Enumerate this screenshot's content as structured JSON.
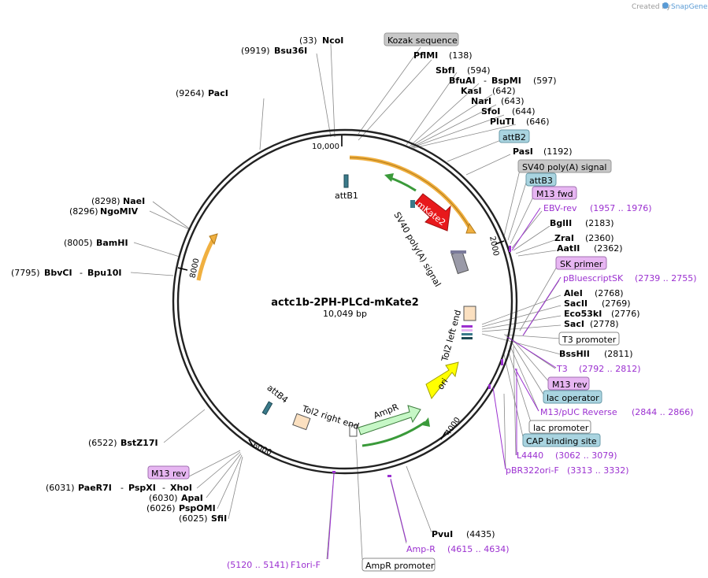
{
  "branding": {
    "created_by": "Created by",
    "product": "SnapGene"
  },
  "plasmid": {
    "name": "actc1b-2PH-PLCd-mKate2",
    "length": "10,049 bp"
  },
  "ticks": [
    "10,000",
    "2000",
    "4000",
    "6000",
    "8000"
  ],
  "enzymes": {
    "ncoi": {
      "pos": "(33)",
      "name": "NcoI"
    },
    "bsu36i": {
      "pos": "(9919)",
      "name": "Bsu36I"
    },
    "pfimi": {
      "pos": "(138)",
      "name": "PflMI"
    },
    "sbfi": {
      "pos": "(594)",
      "name": "SbfI"
    },
    "bfuai": {
      "pos": "(597)",
      "name": "BfuAI",
      "name2": "BspMI",
      "sep": "-"
    },
    "kasi": {
      "pos": "(642)",
      "name": "KasI"
    },
    "nari": {
      "pos": "(643)",
      "name": "NarI"
    },
    "sfoi": {
      "pos": "(644)",
      "name": "SfoI"
    },
    "pluti": {
      "pos": "(646)",
      "name": "PluTI"
    },
    "paci": {
      "pos": "(9264)",
      "name": "PacI"
    },
    "pasi": {
      "pos": "(1192)",
      "name": "PasI"
    },
    "naei": {
      "pos": "(8298)",
      "name": "NaeI"
    },
    "ngomiv": {
      "pos": "(8296)",
      "name": "NgoMIV"
    },
    "bamhi": {
      "pos": "(8005)",
      "name": "BamHI"
    },
    "bbvci": {
      "pos": "(7795)",
      "name": "BbvCI",
      "name2": "Bpu10I",
      "sep": "-"
    },
    "bglii": {
      "pos": "(2183)",
      "name": "BglII"
    },
    "zrai": {
      "pos": "(2360)",
      "name": "ZraI"
    },
    "aatii": {
      "pos": "(2362)",
      "name": "AatII"
    },
    "alei": {
      "pos": "(2768)",
      "name": "AleI"
    },
    "sacii": {
      "pos": "(2769)",
      "name": "SacII"
    },
    "eco53ki": {
      "pos": "(2776)",
      "name": "Eco53kI"
    },
    "saci": {
      "pos": "(2778)",
      "name": "SacI"
    },
    "bsshii": {
      "pos": "(2811)",
      "name": "BssHII"
    },
    "bstz17i": {
      "pos": "(6522)",
      "name": "BstZ17I"
    },
    "paer7i": {
      "pos": "(6031)",
      "name": "PaeR7I",
      "name2": "PspXI",
      "name3": "XhoI",
      "sep": "-"
    },
    "apai": {
      "pos": "(6030)",
      "name": "ApaI"
    },
    "pspomi": {
      "pos": "(6026)",
      "name": "PspOMI"
    },
    "sfii": {
      "pos": "(6025)",
      "name": "SfiI"
    },
    "pvui": {
      "pos": "(4435)",
      "name": "PvuI"
    }
  },
  "boxed_features": {
    "kozak": "Kozak sequence",
    "attb2": "attB2",
    "sv40_signal": "SV40 poly(A) signal",
    "attb3": "attB3",
    "m13fwd": "M13 fwd",
    "sk_primer": "SK primer",
    "t3_promoter": "T3 promoter",
    "m13rev": "M13 rev",
    "lac_operator": "lac operator",
    "lac_promoter": "lac promoter",
    "cap_site": "CAP binding site",
    "m13rev_left": "M13 rev",
    "ampr_promoter": "AmpR promoter"
  },
  "primers": {
    "ebv_rev": {
      "name": "EBV-rev",
      "range": "(1957 .. 1976)"
    },
    "pbluescriptsk": {
      "name": "pBluescriptSK",
      "range": "(2739 .. 2755)"
    },
    "t3": {
      "name": "T3",
      "range": "(2792 .. 2812)"
    },
    "m13puc": {
      "name": "M13/pUC Reverse",
      "range": "(2844 .. 2866)"
    },
    "l4440": {
      "name": "L4440",
      "range": "(3062 .. 3079)"
    },
    "pbr322": {
      "name": "pBR322ori-F",
      "range": "(3313 .. 3332)"
    },
    "ampr": {
      "name": "Amp-R",
      "range": "(4615 .. 4634)"
    },
    "f1ori": {
      "name": "F1ori-F",
      "range": "(5120 .. 5141)"
    }
  },
  "inner_features": {
    "attb1": "attB1",
    "mkate2": "mKate2",
    "sv40_inner": "SV40 poly(A) signal",
    "tol2_left": "Tol2 left end",
    "ori": "ori",
    "ampr": "AmpR",
    "tol2_right": "Tol2 right end",
    "attb4": "attB4"
  },
  "colors": {
    "ring": "#222222",
    "orange_arc": "#f0b040",
    "green_arc": "#3a9a3a",
    "mkate": "#e8191c",
    "ori": "#ffff00",
    "ampr": "#c6f7c6",
    "purple": "#9b30d0",
    "gray_box": "#c8c8c8",
    "blue_box": "#a9d4e0",
    "pink_box": "#e7b6f2",
    "snapgene": "#5a9bd5"
  }
}
